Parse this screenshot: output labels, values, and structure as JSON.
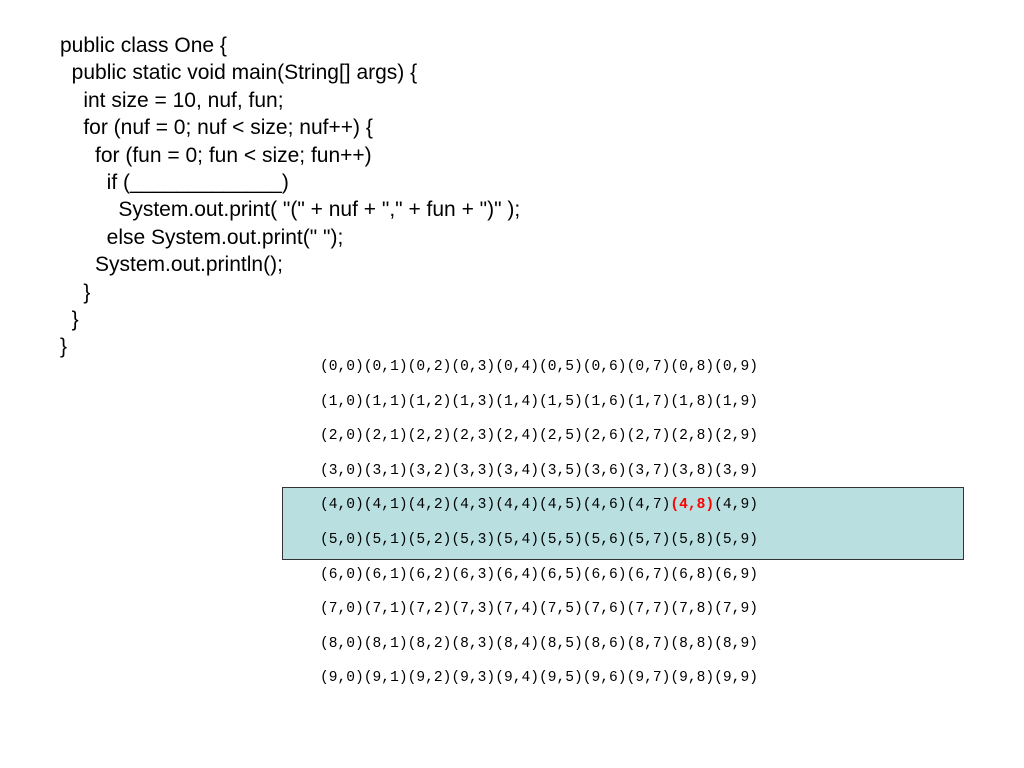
{
  "code_lines": [
    "public class One {",
    "  public static void main(String[] args) {",
    "    int size = 10, nuf, fun;",
    "    for (nuf = 0; nuf < size; nuf++) {",
    "      for (fun = 0; fun < size; fun++)",
    "        if (_____________)",
    "          System.out.print( \"(\" + nuf + \",\" + fun + \")\" );",
    "        else System.out.print(\" \");",
    "      System.out.println();",
    "    }",
    "  }",
    "}"
  ],
  "output_rows": [
    [
      "(0,0)",
      "(0,1)",
      "(0,2)",
      "(0,3)",
      "(0,4)",
      "(0,5)",
      "(0,6)",
      "(0,7)",
      "(0,8)",
      "(0,9)"
    ],
    [
      "(1,0)",
      "(1,1)",
      "(1,2)",
      "(1,3)",
      "(1,4)",
      "(1,5)",
      "(1,6)",
      "(1,7)",
      "(1,8)",
      "(1,9)"
    ],
    [
      "(2,0)",
      "(2,1)",
      "(2,2)",
      "(2,3)",
      "(2,4)",
      "(2,5)",
      "(2,6)",
      "(2,7)",
      "(2,8)",
      "(2,9)"
    ],
    [
      "(3,0)",
      "(3,1)",
      "(3,2)",
      "(3,3)",
      "(3,4)",
      "(3,5)",
      "(3,6)",
      "(3,7)",
      "(3,8)",
      "(3,9)"
    ],
    [
      "(4,0)",
      "(4,1)",
      "(4,2)",
      "(4,3)",
      "(4,4)",
      "(4,5)",
      "(4,6)",
      "(4,7)",
      "(4,8)",
      "(4,9)"
    ],
    [
      "(5,0)",
      "(5,1)",
      "(5,2)",
      "(5,3)",
      "(5,4)",
      "(5,5)",
      "(5,6)",
      "(5,7)",
      "(5,8)",
      "(5,9)"
    ],
    [
      "(6,0)",
      "(6,1)",
      "(6,2)",
      "(6,3)",
      "(6,4)",
      "(6,5)",
      "(6,6)",
      "(6,7)",
      "(6,8)",
      "(6,9)"
    ],
    [
      "(7,0)",
      "(7,1)",
      "(7,2)",
      "(7,3)",
      "(7,4)",
      "(7,5)",
      "(7,6)",
      "(7,7)",
      "(7,8)",
      "(7,9)"
    ],
    [
      "(8,0)",
      "(8,1)",
      "(8,2)",
      "(8,3)",
      "(8,4)",
      "(8,5)",
      "(8,6)",
      "(8,7)",
      "(8,8)",
      "(8,9)"
    ],
    [
      "(9,0)",
      "(9,1)",
      "(9,2)",
      "(9,3)",
      "(9,4)",
      "(9,5)",
      "(9,6)",
      "(9,7)",
      "(9,8)",
      "(9,9)"
    ]
  ],
  "highlighted_pair": {
    "row": 4,
    "col": 8,
    "color": "#ff0000"
  },
  "highlighted_rows": [
    4,
    5
  ],
  "colors": {
    "highlight_fill": "#b9dfe1",
    "highlight_border": "#333333",
    "text": "#000000"
  }
}
